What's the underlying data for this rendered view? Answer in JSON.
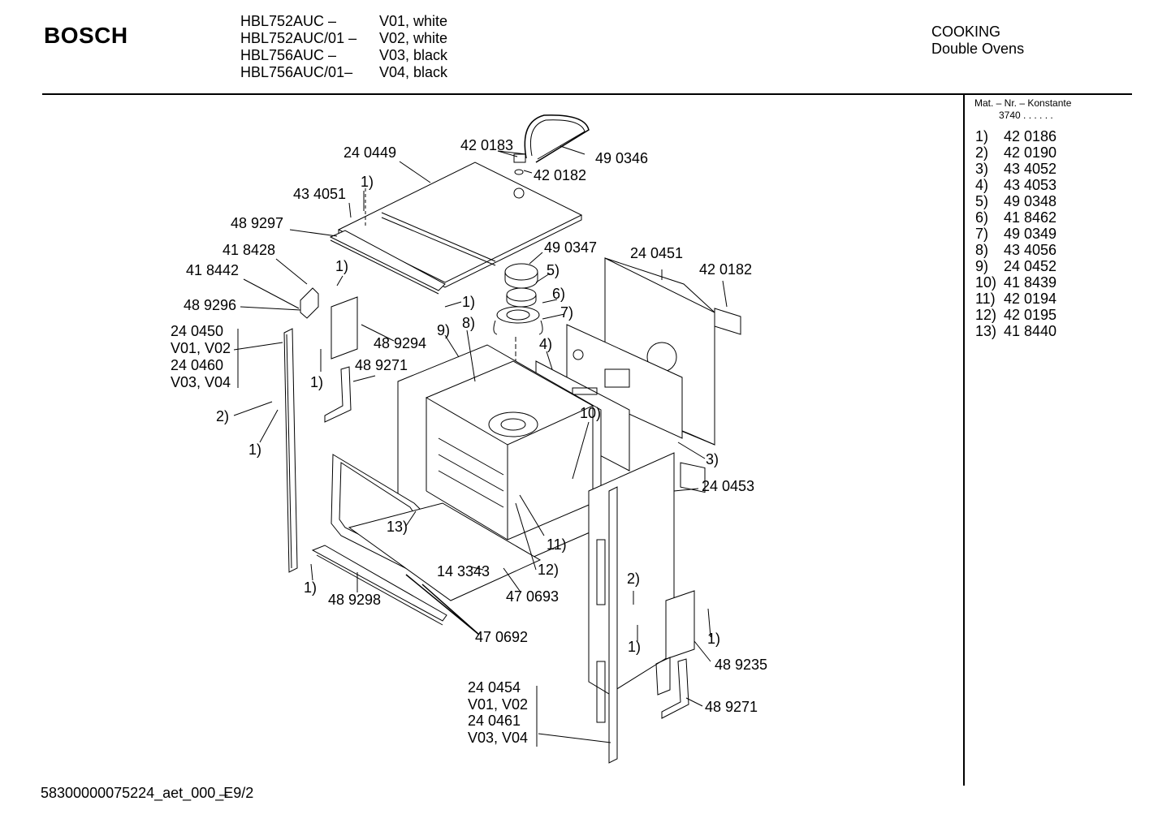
{
  "header": {
    "brand": "BOSCH",
    "models": [
      {
        "model": "HBL752AUC –",
        "variant": "V01, white"
      },
      {
        "model": "HBL752AUC/01 –",
        "variant": "V02, white"
      },
      {
        "model": "HBL756AUC –",
        "variant": "V03, black"
      },
      {
        "model": "HBL756AUC/01–",
        "variant": "V04, black"
      }
    ],
    "category": "COOKING",
    "subcategory": "Double Ovens"
  },
  "sidebar": {
    "heading": "Mat. – Nr. – Konstante",
    "constant": "3740 . .   . . . .",
    "items": [
      {
        "no": "1)",
        "part": "42 0186"
      },
      {
        "no": "2)",
        "part": "42 0190"
      },
      {
        "no": "3)",
        "part": "43 4052"
      },
      {
        "no": "4)",
        "part": "43 4053"
      },
      {
        "no": "5)",
        "part": "49 0348"
      },
      {
        "no": "6)",
        "part": "41 8462"
      },
      {
        "no": "7)",
        "part": "49 0349"
      },
      {
        "no": "8)",
        "part": "43 4056"
      },
      {
        "no": "9)",
        "part": "24 0452"
      },
      {
        "no": "10)",
        "part": "41 8439"
      },
      {
        "no": "11)",
        "part": "42 0194"
      },
      {
        "no": "12)",
        "part": "42 0195"
      },
      {
        "no": "13)",
        "part": "41 8440"
      }
    ]
  },
  "diagram": {
    "labels": {
      "p240449": "24 0449",
      "p420183": "42 0183",
      "p490346": "49 0346",
      "p420182a": "42 0182",
      "ref1a": "1)",
      "p434051": "43 4051",
      "p489297": "48 9297",
      "p418428": "41 8428",
      "p418442": "41 8442",
      "ref1b": "1)",
      "p490347": "49 0347",
      "ref5": "5)",
      "p240451": "24 0451",
      "p420182b": "42 0182",
      "ref6": "6)",
      "p489296": "48 9296",
      "ref1c": "1)",
      "ref7": "7)",
      "p240450": "24 0450",
      "v0102a": "V01, V02",
      "p240460": "24 0460",
      "v0304a": "V03, V04",
      "ref9": "9)",
      "ref8": "8)",
      "p489294": "48 9294",
      "ref4": "4)",
      "p489271a": "48 9271",
      "ref1d": "1)",
      "ref2a": "2)",
      "ref10": "10)",
      "ref1e": "1)",
      "ref3": "3)",
      "p240453": "24 0453",
      "ref13": "13)",
      "ref11": "11)",
      "p143343": "14 3343",
      "ref12": "12)",
      "p470693": "47 0693",
      "ref1f": "1)",
      "p489298": "48 9298",
      "ref2b": "2)",
      "p470692": "47 0692",
      "ref1g": "1)",
      "ref1h": "1)",
      "p489235": "48 9235",
      "p240454": "24 0454",
      "v0102b": "V01, V02",
      "p240461": "24 0461",
      "v0304b": "V03, V04",
      "p489271b": "48 9271"
    }
  },
  "footer": {
    "doc_id": "58300000075224_aet_000_̶E9/2"
  }
}
